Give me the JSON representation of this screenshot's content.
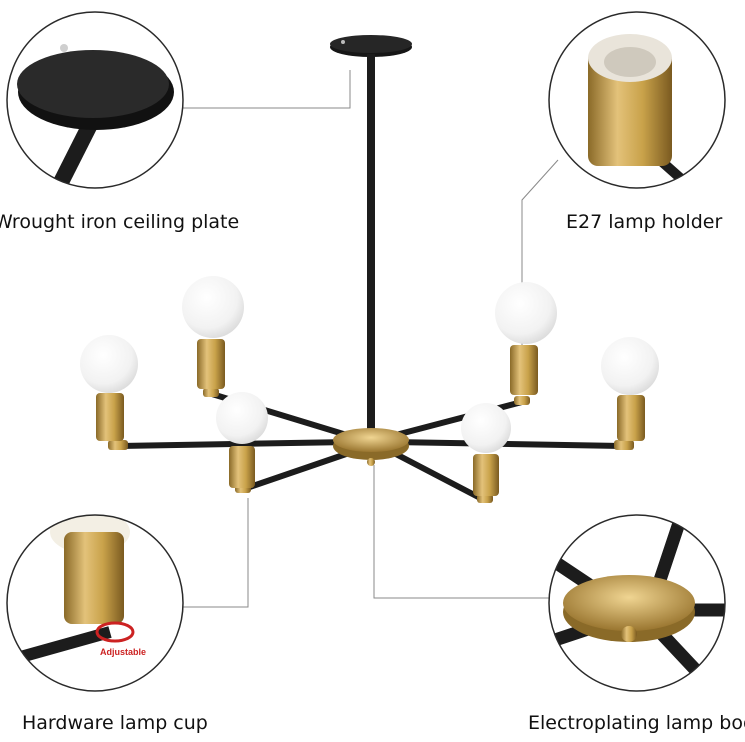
{
  "labels": {
    "ceiling_plate": "Wrought iron ceiling plate",
    "lamp_holder": "E27 lamp holder",
    "lamp_cup": "Hardware lamp cup",
    "lamp_body": "Electroplating lamp body",
    "adjustable": "Adjustable"
  },
  "colors": {
    "iron_black": "#1c1c1c",
    "brass": "#c9a24a",
    "bulb": "#f4f4f4",
    "callout_line": "#8a8a8a",
    "adjustable_text": "#cc2222"
  }
}
